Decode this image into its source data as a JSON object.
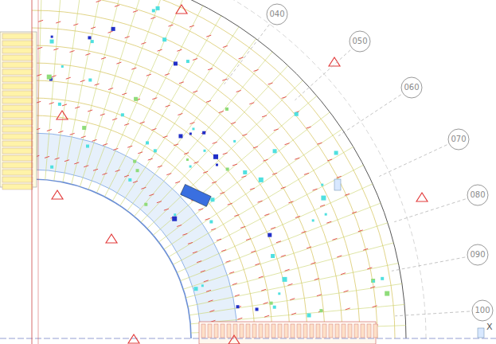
{
  "diagram": {
    "nodes": [
      {
        "text": [
          "040"
        ]
      },
      {
        "text": [
          "050"
        ]
      },
      {
        "text": [
          "060"
        ]
      },
      {
        "text": [
          "070"
        ]
      },
      {
        "text": [
          "080"
        ]
      },
      {
        "text": [
          "090"
        ]
      },
      {
        "text": [
          "100"
        ]
      }
    ],
    "labels": [
      "X"
    ]
  }
}
